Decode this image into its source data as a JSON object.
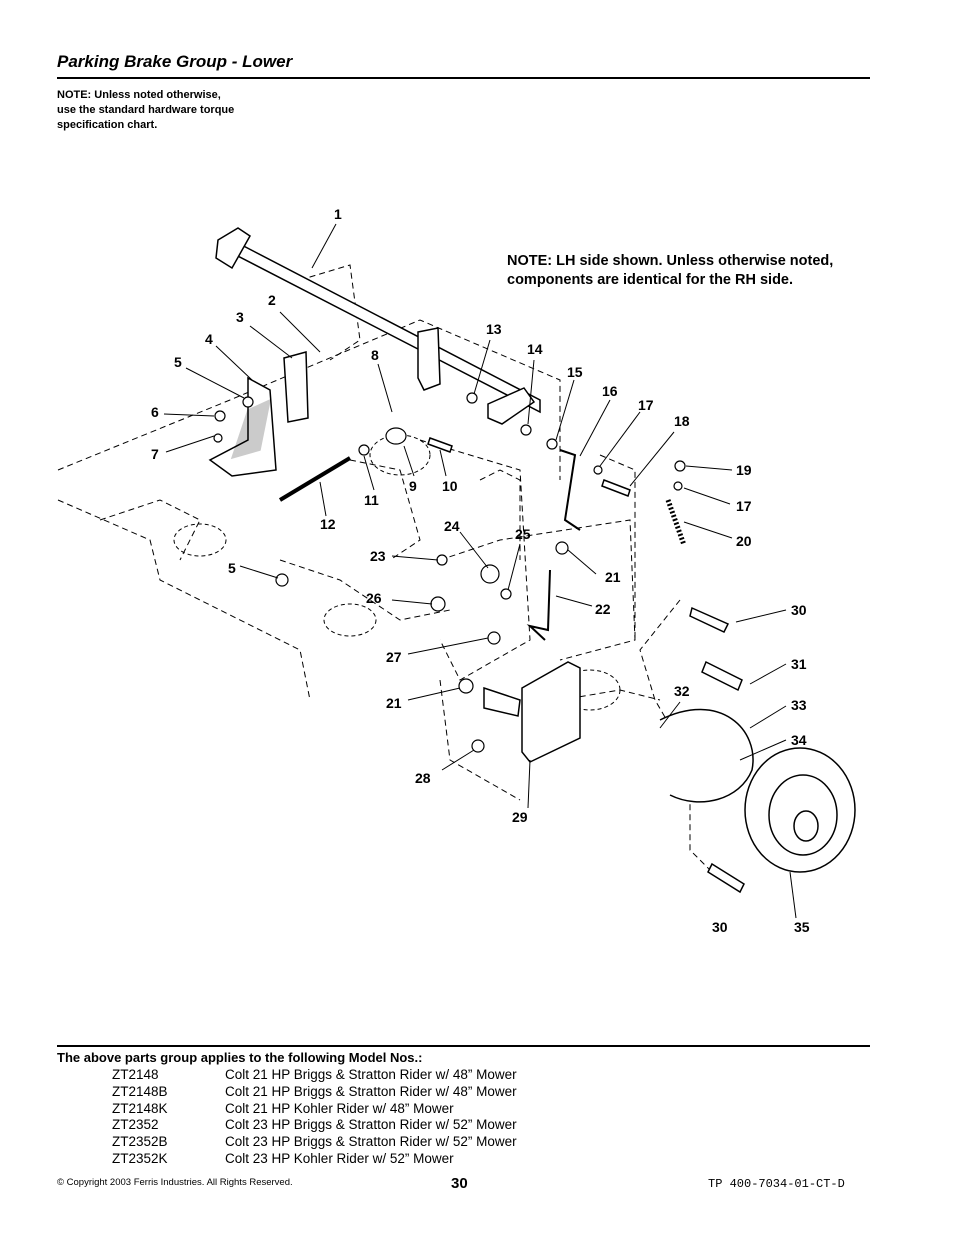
{
  "header": {
    "title": "Parking Brake Group - Lower",
    "note_lines": [
      "NOTE: Unless noted otherwise,",
      "use the standard hardware torque",
      "specification chart."
    ]
  },
  "diagram": {
    "note_lines": [
      "NOTE: LH side shown.  Unless otherwise noted,",
      "components are identical for the RH side."
    ],
    "callouts": [
      "1",
      "2",
      "3",
      "4",
      "5",
      "6",
      "7",
      "8",
      "9",
      "10",
      "11",
      "12",
      "13",
      "14",
      "15",
      "16",
      "17",
      "18",
      "19",
      "17",
      "20",
      "21",
      "22",
      "23",
      "24",
      "25",
      "26",
      "5",
      "27",
      "21",
      "28",
      "29",
      "30",
      "31",
      "32",
      "33",
      "34",
      "30",
      "35"
    ]
  },
  "models": {
    "heading": "The above parts group applies to the following Model Nos.:",
    "rows": [
      {
        "code": "ZT2148",
        "desc": "Colt 21 HP Briggs & Stratton Rider w/ 48” Mower"
      },
      {
        "code": "ZT2148B",
        "desc": "Colt 21 HP Briggs & Stratton Rider w/ 48” Mower"
      },
      {
        "code": "ZT2148K",
        "desc": "Colt 21 HP Kohler Rider w/ 48” Mower"
      },
      {
        "code": "ZT2352",
        "desc": "Colt 23 HP Briggs & Stratton Rider w/ 52” Mower"
      },
      {
        "code": "ZT2352B",
        "desc": "Colt 23 HP Briggs & Stratton Rider w/ 52” Mower"
      },
      {
        "code": "ZT2352K",
        "desc": "Colt 23 HP Kohler Rider w/ 52” Mower"
      }
    ]
  },
  "footer": {
    "copyright": "© Copyright 2003 Ferris Industries. All Rights Reserved.",
    "page_number": "30",
    "doc_number": "TP 400-7034-01-CT-D"
  }
}
